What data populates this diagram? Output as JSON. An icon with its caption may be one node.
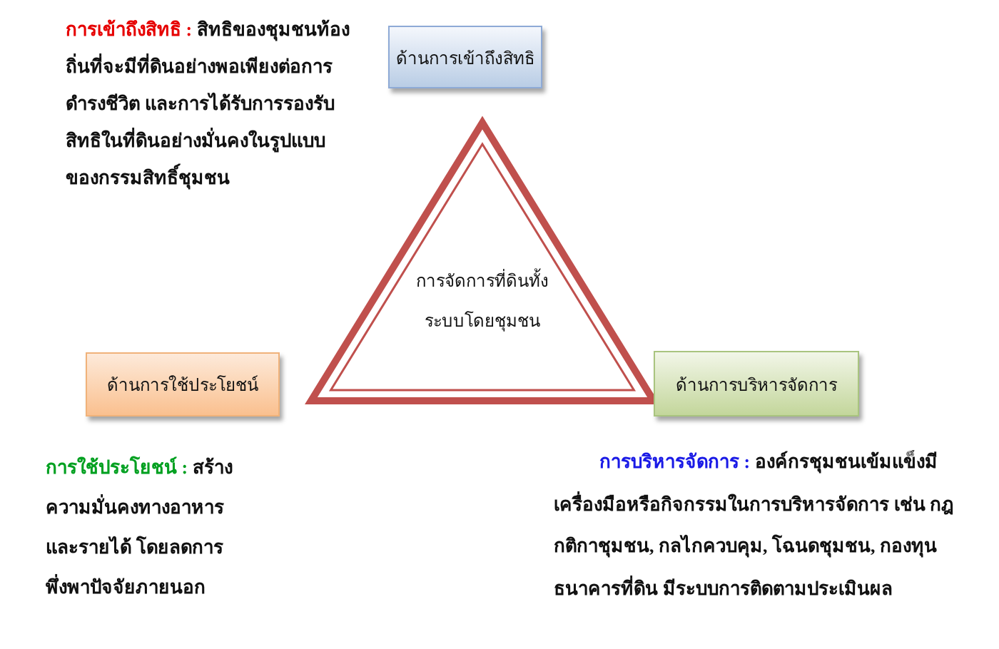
{
  "diagram": {
    "nodes": [
      {
        "text": [
          "ด้านการเข้าถึงสิทธิ"
        ]
      },
      {
        "text": [
          "การจัดการที่ดินทั้งระบบโดยชุมชน"
        ]
      },
      {
        "text": [
          "ด้านการใช้ประโยชน์"
        ]
      },
      {
        "text": [
          "ด้านการบริหารจัดการ"
        ]
      }
    ],
    "labels": [
      "**การเข้าถึงสิทธิ :** สิทธิของชุมชนท้องถิ่นที่จะมีที่ดินอย่างพอเพียงต่อการดำรงชีวิต และการได้รับการรองรับสิทธิในที่ดินอย่างมั่นคงในรูปแบบของกรรมสิทธิ์ชุมชน",
      "**การใช้ประโยชน์ :** สร้างความมั่นคงทางอาหารและรายได้ โดยลดการพึ่งพาปัจจัยภายนอก",
      "**การบริหารจัดการ :** องค์กรชุมชนเข้มแข็งมีเครื่องมือหรือกิจกรรมในการบริหารจัดการ เช่น กฎกติกาชุมชน, กลไกควบคุม, โฉนดชุมชน, กองทุนธนาคารที่ดิน มีระบบการติดตามประเมินผล"
    ]
  }
}
